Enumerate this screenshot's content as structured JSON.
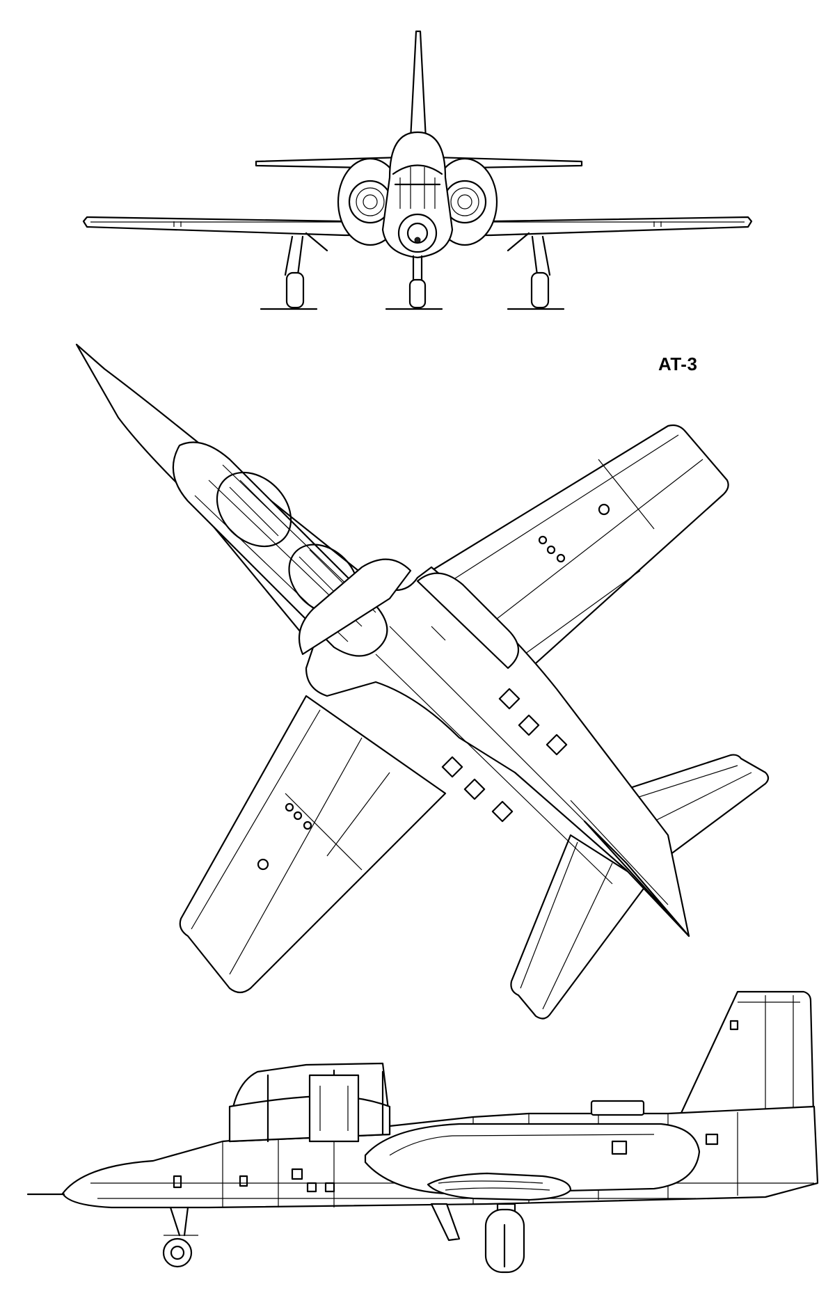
{
  "drawing": {
    "designation": "AT-3",
    "views": [
      {
        "id": "front",
        "name": "front-view"
      },
      {
        "id": "top",
        "name": "plan-view"
      },
      {
        "id": "side",
        "name": "side-view"
      }
    ],
    "line_color": "#000000",
    "background": "#ffffff"
  }
}
